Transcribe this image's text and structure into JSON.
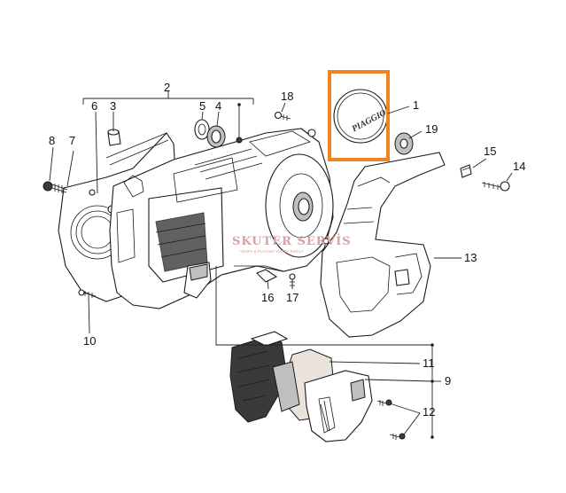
{
  "labels": {
    "p1": "1",
    "p2": "2",
    "p3": "3",
    "p4": "4",
    "p5": "5",
    "p6": "6",
    "p7": "7",
    "p8": "8",
    "p9": "9",
    "p10": "10",
    "p11": "11",
    "p12": "12",
    "p13": "13",
    "p14": "14",
    "p15": "15",
    "p16": "16",
    "p17": "17",
    "p18": "18",
    "p19": "19"
  },
  "watermark": {
    "title": "SKUTER SERVİS",
    "subtitle": "VESPA & PIAGGIO YEDEK PARÇA"
  },
  "cover_logo": "PIAGGIO",
  "colors": {
    "highlight": "#f0841e",
    "line": "#1a1a1a",
    "watermark": "#d6a2a2"
  }
}
